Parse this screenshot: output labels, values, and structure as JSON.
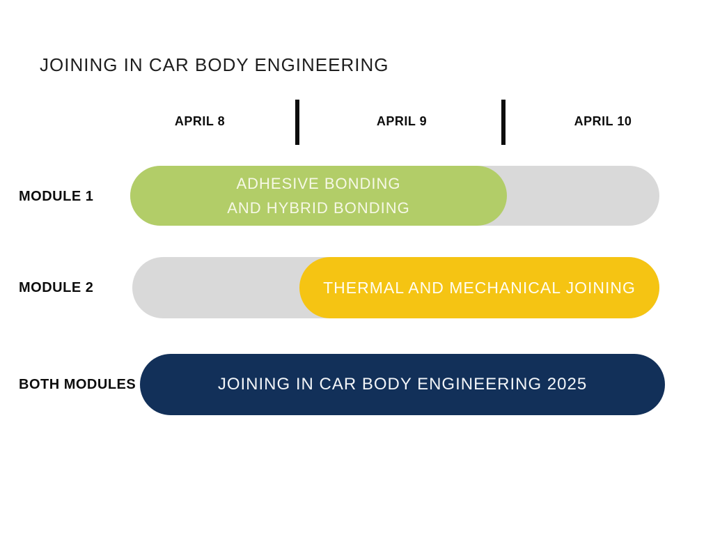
{
  "page": {
    "title": "JOINING IN CAR BODY ENGINEERING"
  },
  "chart_data": {
    "type": "gantt",
    "title": "JOINING IN CAR BODY ENGINEERING",
    "columns": [
      "APRIL 8",
      "APRIL 9",
      "APRIL 10"
    ],
    "rows": [
      {
        "label": "MODULE 1",
        "bar_text": "ADHESIVE BONDING AND HYBRID BONDING",
        "bar_text_lines": [
          "ADHESIVE BONDING",
          "AND HYBRID BONDING"
        ],
        "start": "APRIL 8",
        "end": "APRIL 9",
        "bar_color": "#b2cd68",
        "track_color": "#d9d9d9",
        "text_color": "#f6f8e6"
      },
      {
        "label": "MODULE 2",
        "bar_text": "THERMAL AND MECHANICAL JOINING",
        "start": "APRIL 9",
        "end": "APRIL 10",
        "bar_color": "#f5c413",
        "track_color": "#d9d9d9",
        "text_color": "#fffdf2"
      },
      {
        "label": "BOTH MODULES",
        "bar_text": "JOINING IN CAR BODY ENGINEERING 2025",
        "start": "APRIL 8",
        "end": "APRIL 10",
        "bar_color": "#123059",
        "track_color": null,
        "text_color": "#f2f5f8"
      }
    ],
    "layout": {
      "legend": "none",
      "grid": "column-dividers-only",
      "divider_color": "#0d0d0d",
      "background": "#ffffff"
    }
  }
}
